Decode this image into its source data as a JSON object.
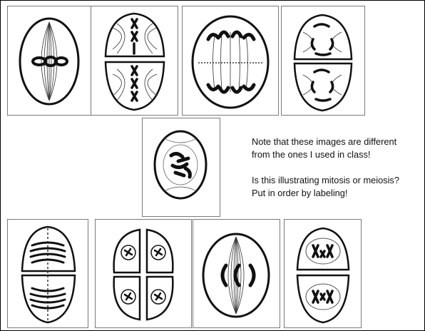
{
  "note": {
    "line1": "Note that these images are different",
    "line2": "from the ones I used in class!",
    "line3": "Is this illustrating mitosis or meiosis?",
    "line4": "Put in order by labeling!"
  },
  "colors": {
    "ink": "#111111",
    "border": "#7a7a7a",
    "background": "#ffffff"
  },
  "panels": [
    "single-cell-chromosomes-at-equator",
    "two-cells-chromosomes-lined-up-vertically",
    "single-cell-chromosomes-pulled-to-poles",
    "two-cells-chromatids-separating",
    "single-cell-condensing-chromosomes",
    "two-cells-chromosomes-at-poles-with-division-line",
    "four-cells-with-nuclei",
    "single-cell-chromosomes-at-center-spindle",
    "two-cells-homologous-pairs"
  ]
}
